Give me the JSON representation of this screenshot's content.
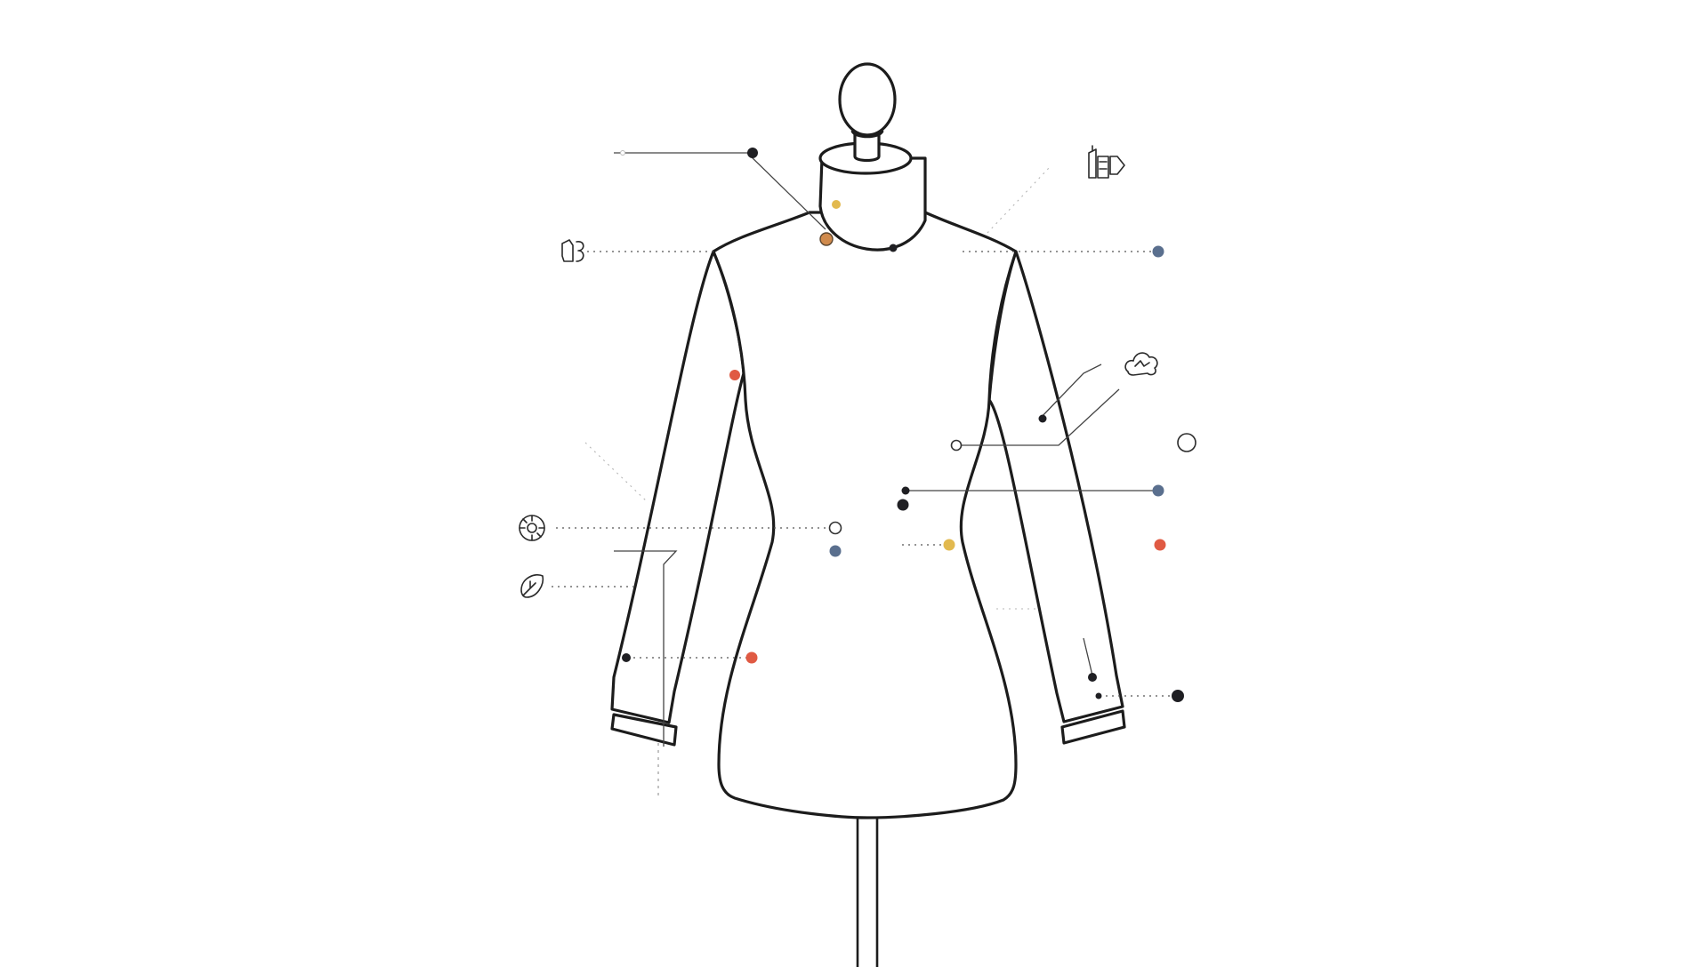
{
  "colors": {
    "outline": "#1c1c1c",
    "dark": "#1f1f23",
    "blue": "#5a6f8e",
    "red": "#e05a43",
    "yellow": "#e2b94f",
    "orange": "#d08a4c"
  },
  "mannequin": {
    "parts": [
      "head",
      "neck",
      "collar",
      "bodice",
      "left-sleeve",
      "right-sleeve",
      "left-cuff",
      "right-cuff",
      "stand-pole"
    ]
  },
  "icons": [
    "ruler-gauge-icon",
    "arrow-blocks-icon",
    "cloud-icon",
    "circle-icon",
    "gear-icon",
    "leaf-icon"
  ],
  "markers": [
    "dark",
    "yellow",
    "orange",
    "dark",
    "red",
    "dark",
    "hollow",
    "dark",
    "dark",
    "blue",
    "hollow",
    "blue",
    "blue",
    "yellow",
    "red",
    "dark",
    "red",
    "dark",
    "dark",
    "dark"
  ]
}
